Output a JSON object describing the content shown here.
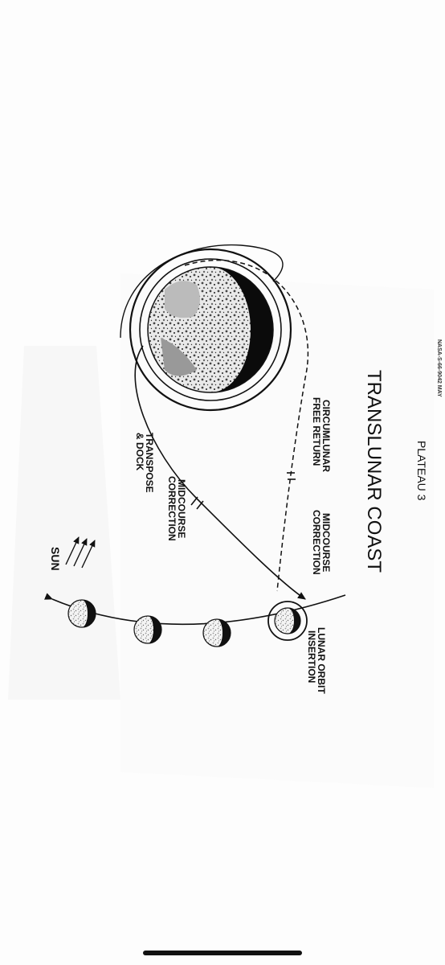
{
  "diagram": {
    "doc_number": "NASA-S-66-9042 MAY",
    "plateau": "PLATEAU 3",
    "title": "TRANSLUNAR COAST",
    "labels": {
      "circumlunar_line1": "CIRCUMLUNAR",
      "circumlunar_line2": "FREE RETURN",
      "midcourse_top_line1": "MIDCOURSE",
      "midcourse_top_line2": "CORRECTION",
      "midcourse_bottom_line1": "MIDCOURSE",
      "midcourse_bottom_line2": "CORRECTION",
      "transpose_line1": "TRANSPOSE",
      "transpose_line2": "& DOCK",
      "loi_line1": "LUNAR ORBIT",
      "loi_line2": "INSERTION",
      "sun": "SUN"
    }
  },
  "colors": {
    "ink": "#111111",
    "paper": "#ffffff",
    "home_indicator": "#111111"
  },
  "icons": [
    "earth-icon",
    "moon-icon",
    "sun-rays-icon",
    "home-indicator"
  ]
}
